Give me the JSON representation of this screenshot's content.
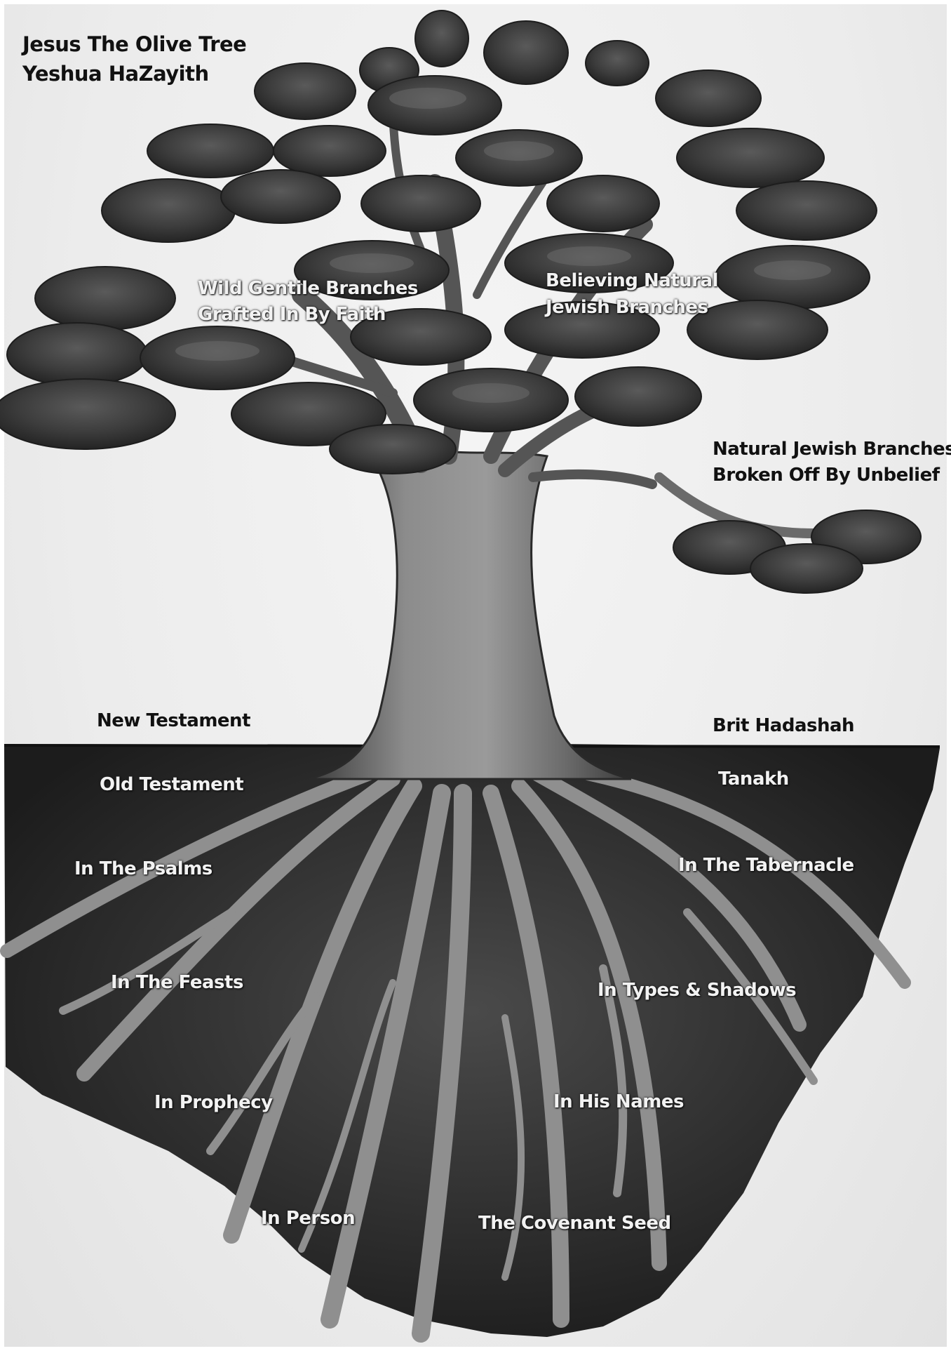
{
  "title": {
    "line1": "Jesus The Olive Tree",
    "line2": "Yeshua HaZayith"
  },
  "branches": {
    "wild_gentile": {
      "line1": "Wild Gentile Branches",
      "line2": "Grafted In By Faith"
    },
    "believing_jewish": {
      "line1": "Believing Natural",
      "line2": "Jewish Branches"
    },
    "broken_off": {
      "line1": "Natural Jewish Branches",
      "line2": "Broken Off By Unbelief"
    }
  },
  "ground": {
    "left_above": "New Testament",
    "right_above": "Brit Hadashah",
    "left_below": "Old Testament",
    "right_below": "Tanakh"
  },
  "roots": [
    "In The Psalms",
    "In The Tabernacle",
    "In The Feasts",
    "In Types & Shadows",
    "In Prophecy",
    "In His Names",
    "In Person",
    "The Covenant Seed"
  ],
  "colors": {
    "paper": "#ececec",
    "soil": "#2e2e2e",
    "foliage": "#3a3a3a",
    "trunk": "#6e6e6e"
  }
}
